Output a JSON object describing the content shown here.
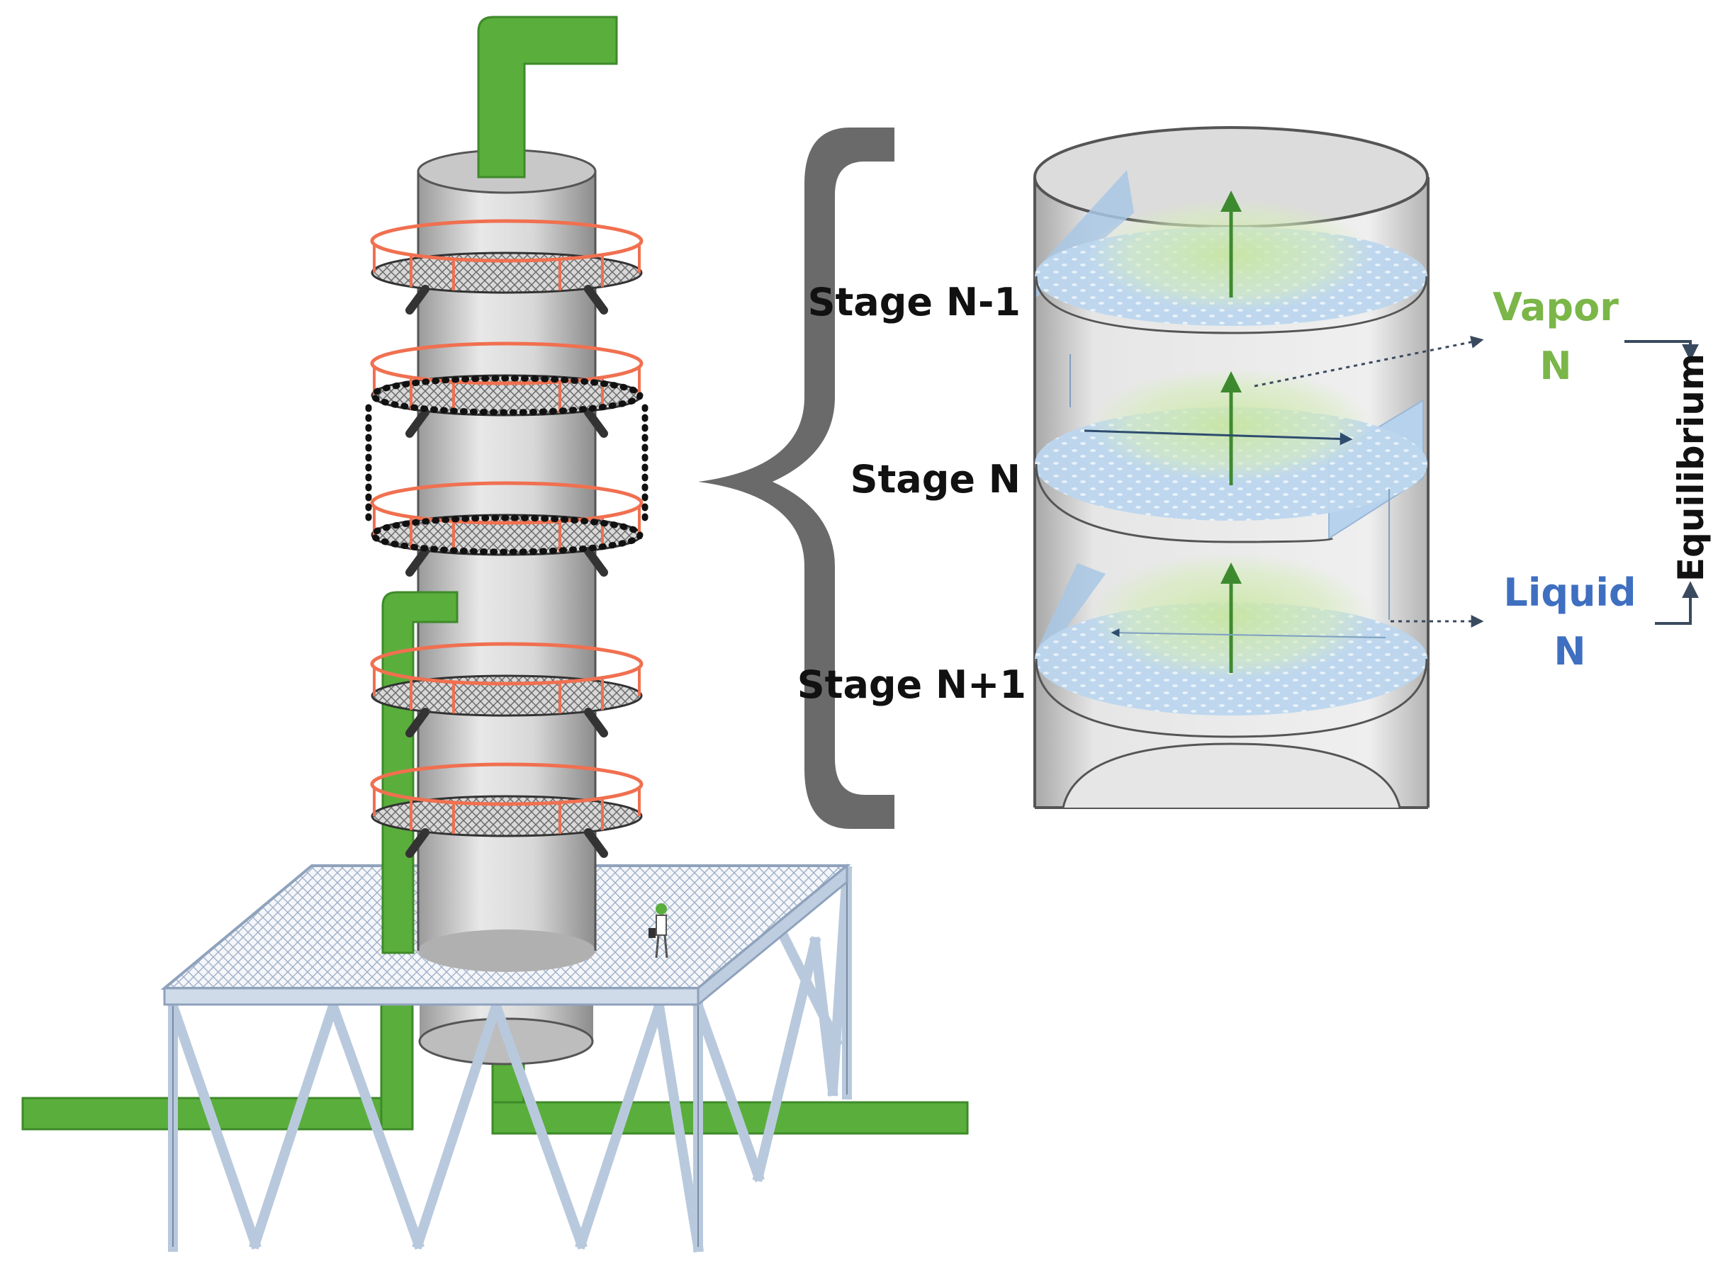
{
  "labels": {
    "stage_n_minus_1": "Stage N-1",
    "stage_n": "Stage N",
    "stage_n_plus_1": "Stage N+1",
    "vapor_line1": "Vapor",
    "vapor_line2": "N",
    "liquid_line1": "Liquid",
    "liquid_line2": "N",
    "equilibrium": "Equilibrium"
  },
  "colors": {
    "pipe_green": "#5aae3c",
    "railing_orange": "#f07050",
    "column_grey": "#c4c4c4",
    "brace_grey": "#6a6a6a",
    "vapor_green": "#7ab648",
    "liquid_blue": "#3f6fc0",
    "tray_blue": "#b8d4ec",
    "arrow_green": "#3d8a2e"
  }
}
